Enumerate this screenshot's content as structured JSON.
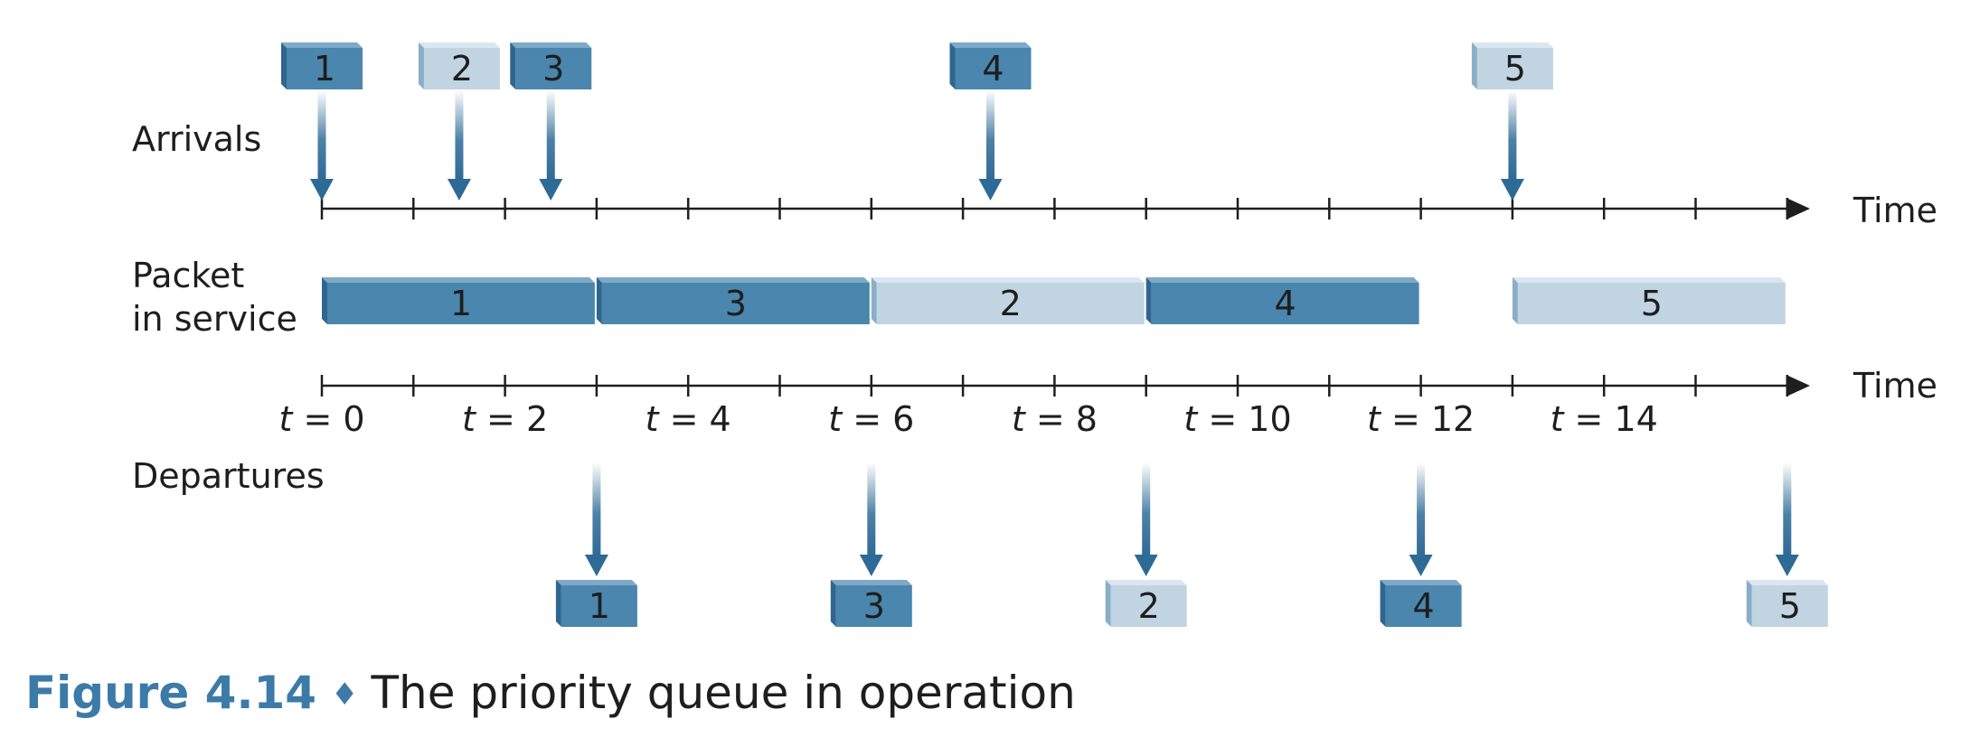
{
  "labels": {
    "arrivals": "Arrivals",
    "service_line1": "Packet",
    "service_line2": "in service",
    "departures": "Departures",
    "time_axis_1": "Time",
    "time_axis_2": "Time"
  },
  "time_ticks": [
    "t = 0",
    "t = 2",
    "t = 4",
    "t = 6",
    "t = 8",
    "t = 10",
    "t = 12",
    "t = 14"
  ],
  "packets": [
    {
      "id": "1",
      "priority": "high",
      "arrival": 0,
      "service_start": 0,
      "departure": 3
    },
    {
      "id": "2",
      "priority": "low",
      "arrival": 1.5,
      "service_start": 6,
      "departure": 9
    },
    {
      "id": "3",
      "priority": "high",
      "arrival": 2.5,
      "service_start": 3,
      "departure": 6
    },
    {
      "id": "4",
      "priority": "high",
      "arrival": 7.3,
      "service_start": 9,
      "departure": 12
    },
    {
      "id": "5",
      "priority": "low",
      "arrival": 13,
      "service_start": 13,
      "departure": 16
    }
  ],
  "colors": {
    "high": "#4a86ad",
    "high_dark": "#2e6690",
    "high_light": "#7ea9c7",
    "low": "#c0d4e2",
    "low_dark": "#8aaec7",
    "low_light": "#dbe7f0",
    "arrow": "#2e6a96",
    "axis": "#1e1e1e",
    "caption": "#3c7aa8"
  },
  "caption": {
    "label": "Figure 4.14",
    "separator": "♦",
    "text": "The priority queue in operation"
  }
}
